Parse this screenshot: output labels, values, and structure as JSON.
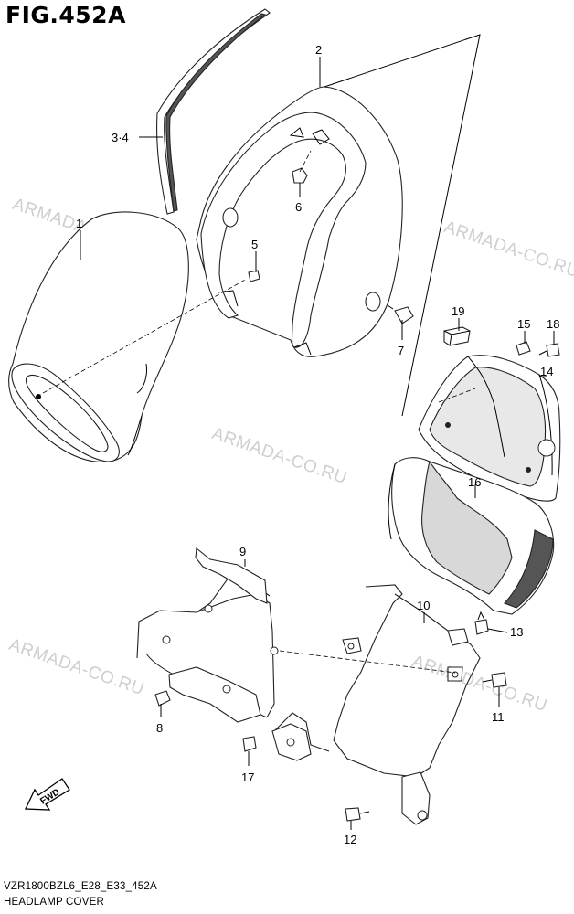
{
  "figure": {
    "title": "FIG.452A",
    "model_code": "VZR1800BZL6_E28_E33_452A",
    "caption": "HEADLAMP COVER",
    "watermark": "ARMADA-CO.RU",
    "fwd_label": "FWD"
  },
  "parts": [
    {
      "id": "1",
      "label": "1",
      "icon": "headlamp-housing-icon"
    },
    {
      "id": "2",
      "label": "2",
      "icon": "headlamp-cover-icon"
    },
    {
      "id": "3-4",
      "label": "3·4",
      "icon": "trim-strip-icon"
    },
    {
      "id": "5",
      "label": "5",
      "icon": "screw-icon"
    },
    {
      "id": "6",
      "label": "6",
      "icon": "clip-icon"
    },
    {
      "id": "7",
      "label": "7",
      "icon": "screw-icon"
    },
    {
      "id": "8",
      "label": "8",
      "icon": "collar-icon"
    },
    {
      "id": "9",
      "label": "9",
      "icon": "bracket-icon"
    },
    {
      "id": "10",
      "label": "10",
      "icon": "frame-icon"
    },
    {
      "id": "11",
      "label": "11",
      "icon": "bolt-icon"
    },
    {
      "id": "12",
      "label": "12",
      "icon": "bolt-icon"
    },
    {
      "id": "13",
      "label": "13",
      "icon": "grommet-icon"
    },
    {
      "id": "14",
      "label": "14",
      "icon": "inner-cover-icon"
    },
    {
      "id": "15",
      "label": "15",
      "icon": "nut-icon"
    },
    {
      "id": "16",
      "label": "16",
      "icon": "cover-panel-icon"
    },
    {
      "id": "17",
      "label": "17",
      "icon": "collar-icon"
    },
    {
      "id": "18",
      "label": "18",
      "icon": "screw-icon"
    },
    {
      "id": "19",
      "label": "19",
      "icon": "cushion-icon"
    }
  ]
}
